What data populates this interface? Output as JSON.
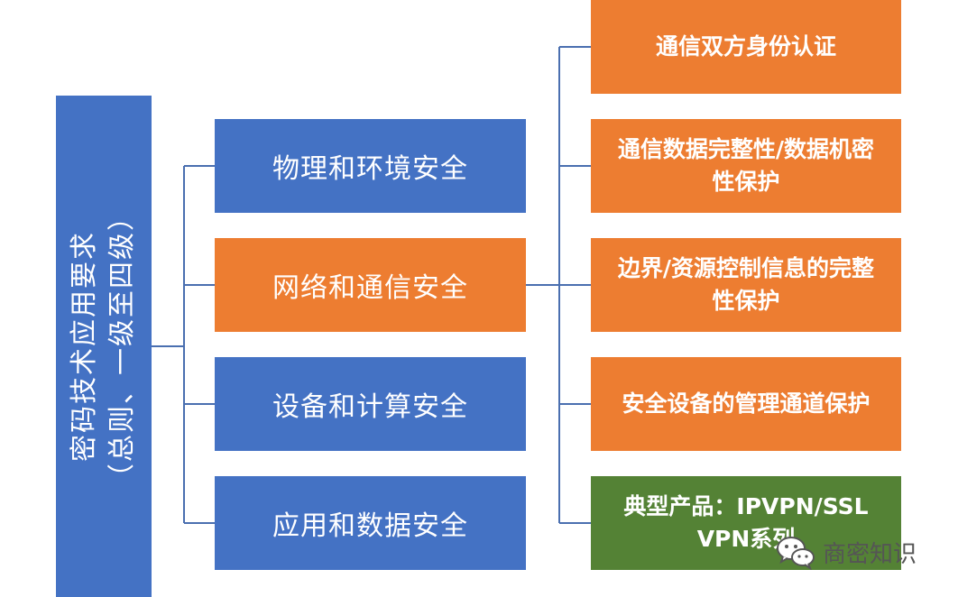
{
  "root": {
    "line1": "密码技术应用要求",
    "line2": "（总则、一级至四级）"
  },
  "categories": [
    {
      "label": "物理和环境安全",
      "color": "#4472c4"
    },
    {
      "label": "网络和通信安全",
      "color": "#ed7d31"
    },
    {
      "label": "设备和计算安全",
      "color": "#4472c4"
    },
    {
      "label": "应用和数据安全",
      "color": "#4472c4"
    }
  ],
  "requirements": [
    {
      "lines": [
        "通信双方身份认证"
      ],
      "color": "#ed7d31"
    },
    {
      "lines": [
        "通信数据完整性/数据机密",
        "性保护"
      ],
      "color": "#ed7d31"
    },
    {
      "lines": [
        "边界/资源控制信息的完整",
        "性保护"
      ],
      "color": "#ed7d31"
    },
    {
      "lines": [
        "安全设备的管理通道保护"
      ],
      "color": "#ed7d31"
    },
    {
      "lines": [
        "典型产品：IPVPN/SSL",
        "VPN系列"
      ],
      "color": "#548235"
    }
  ],
  "watermark": {
    "text": "商密知识",
    "icon": "wechat-icon"
  },
  "colors": {
    "line": "#4a6fb0"
  }
}
